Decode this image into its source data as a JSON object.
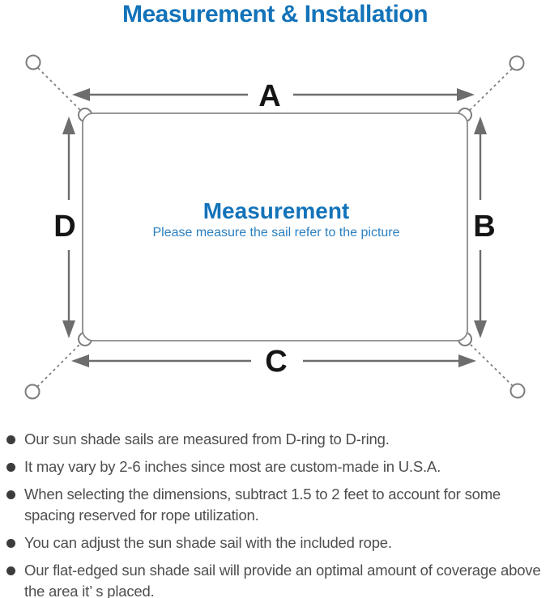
{
  "title": "Measurement & Installation",
  "diagram": {
    "labels": {
      "top": "A",
      "right": "B",
      "bottom": "C",
      "left": "D"
    },
    "center_heading": "Measurement",
    "center_caption": "Please measure the sail refer to the picture"
  },
  "colors": {
    "accent_blue": "#1373b9",
    "caption_blue": "#2a7fc0",
    "diagram_line_gray": "#7d7d7d",
    "arrow_gray": "#6d6d6d",
    "rect_stroke_gray": "#8a8a8a",
    "label_black": "#151515",
    "note_text_gray": "#4e4e4e",
    "bullet_dot_gray": "#3c3c3c"
  },
  "notes": [
    "Our sun shade sails are measured from D-ring to D-ring.",
    "It may vary by 2-6 inches since most are custom-made in U.S.A.",
    "When selecting the dimensions, subtract 1.5 to 2 feet to account for some spacing reserved for rope utilization.",
    "You can adjust the sun shade sail with the included rope.",
    "Our flat-edged sun shade sail will provide an optimal amount of coverage above the area it’ s placed."
  ]
}
